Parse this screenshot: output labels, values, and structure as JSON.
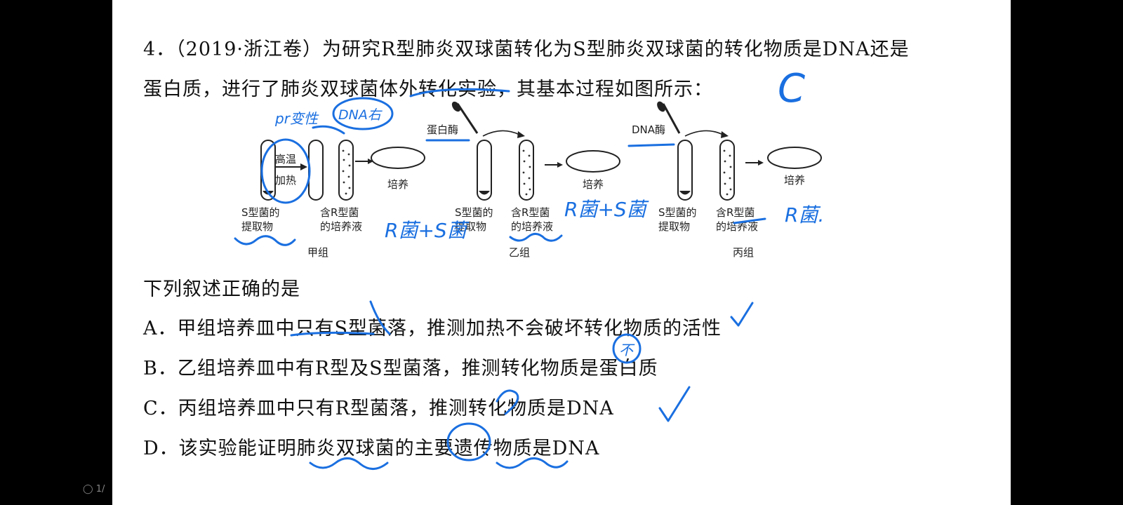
{
  "question": {
    "line1": "4．（2019·浙江卷）为研究R型肺炎双球菌转化为S型肺炎双球菌的转化物质是DNA还是",
    "line2": "蛋白质，进行了肺炎双球菌体外转化实验，其基本过程如图所示：",
    "prompt": "下列叙述正确的是"
  },
  "diagram": {
    "heat_line1": "高温",
    "heat_line2": "加热",
    "protease": "蛋白酶",
    "dnase": "DNA酶",
    "culture": "培养",
    "extract_line1": "S型菌的",
    "extract_line2": "提取物",
    "medium_line1": "含R型菌",
    "medium_line2": "的培养液",
    "group_a": "甲组",
    "group_b": "乙组",
    "group_c": "丙组"
  },
  "options": [
    {
      "text": "A．甲组培养皿中只有S型菌落，推测加热不会破坏转化物质的活性"
    },
    {
      "text": "B．乙组培养皿中有R型及S型菌落，推测转化物质是蛋白质"
    },
    {
      "text": "C．丙组培养皿中只有R型菌落，推测转化物质是DNA"
    },
    {
      "text": "D．该实验能证明肺炎双球菌的主要遗传物质是DNA"
    }
  ],
  "annotations": {
    "answer": "C",
    "note_protein": "pr变性",
    "note_dna": "DNA右",
    "note_a": "R菌+S菌",
    "note_b": "R菌+S菌",
    "note_c": "R菌.",
    "not_mark": "不"
  },
  "footer": {
    "page_indicator": "1/"
  },
  "colors": {
    "ink": "#1a6fe0",
    "text": "#111111",
    "page": "#ffffff",
    "frame": "#000000"
  }
}
